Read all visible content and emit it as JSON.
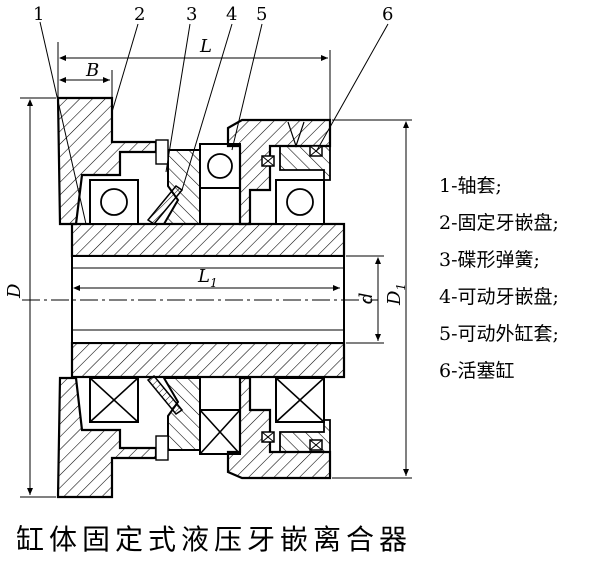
{
  "part_numbers": [
    "1",
    "2",
    "3",
    "4",
    "5",
    "6"
  ],
  "dimensions": {
    "B": "B",
    "L": "L",
    "L1_main": "L",
    "L1_sub": "1",
    "D": "D",
    "d": "d",
    "D1_main": "D",
    "D1_sub": "1"
  },
  "legend": [
    "1-轴套;",
    "2-固定牙嵌盘;",
    "3-碟形弹簧;",
    "4-可动牙嵌盘;",
    "5-可动外缸套;",
    "6-活塞缸"
  ],
  "caption": "缸体固定式液压牙嵌离合器"
}
